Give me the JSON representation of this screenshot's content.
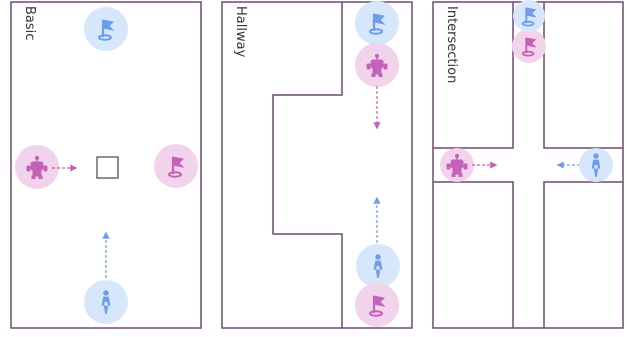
{
  "colors": {
    "wall": "#6b4a73",
    "human": "#6f9ee6",
    "human_bg": "#d6e6fb",
    "robot": "#c462b8",
    "robot_bg": "#f1d3ec"
  },
  "panels": [
    {
      "title": "Basic"
    },
    {
      "title": "Hallway"
    },
    {
      "title": "Intersection"
    }
  ],
  "icons": [
    "flag-icon",
    "robot-icon",
    "person-icon",
    "obstacle-box"
  ]
}
